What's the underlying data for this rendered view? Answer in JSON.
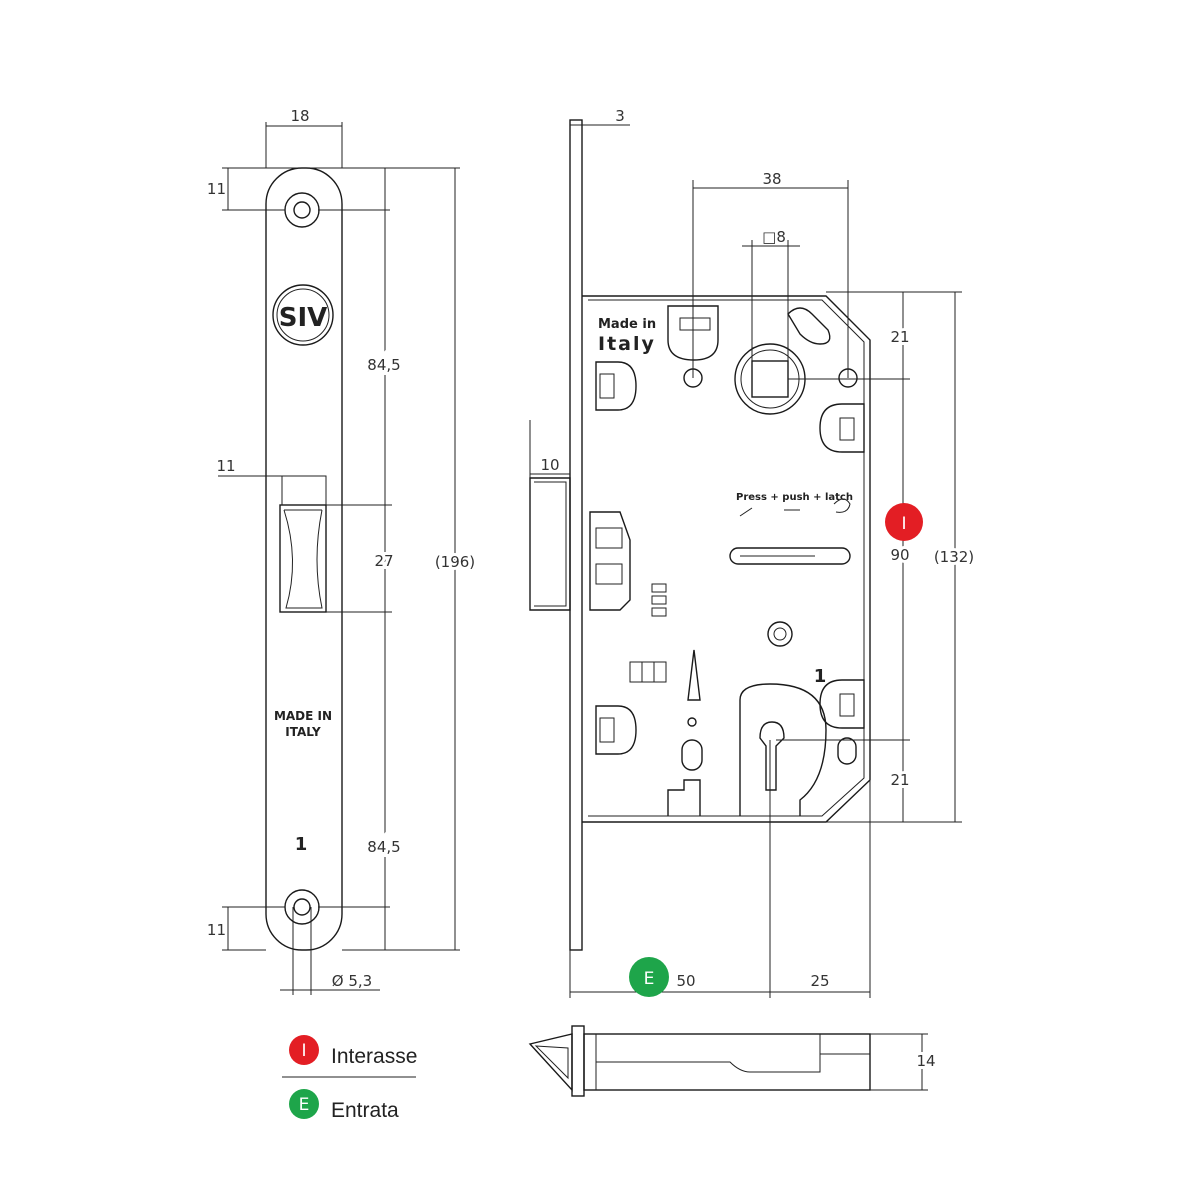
{
  "colors": {
    "interasse": "#e31e24",
    "entrata": "#1ea54a",
    "line": "#1a1a1a"
  },
  "front_view": {
    "dims": {
      "width": "18",
      "top_hole": "11",
      "upper_span": "84,5",
      "latch_offset": "11",
      "latch_height": "27",
      "total": "(196)",
      "lower_span": "84,5",
      "bottom_hole": "11",
      "hole_diameter": "Ø 5,3"
    },
    "brand_mark": "SIV",
    "made_in_line1": "MADE IN",
    "made_in_line2": "ITALY",
    "number": "1"
  },
  "side_view": {
    "dims": {
      "faceplate": "3",
      "spindle_span": "38",
      "square": "□8",
      "latch_projection": "10",
      "top_offset": "21",
      "interasse": "90",
      "body_height": "(132)",
      "bottom_offset": "21",
      "backset": "50",
      "back": "25",
      "thickness": "14"
    },
    "made_in_line1": "Made in",
    "made_in_line2": "Italy",
    "press_text": "Press + push + latch",
    "number": "1"
  },
  "legend": {
    "items": [
      {
        "badge": "I",
        "label": "Interasse"
      },
      {
        "badge": "E",
        "label": "Entrata"
      }
    ]
  }
}
